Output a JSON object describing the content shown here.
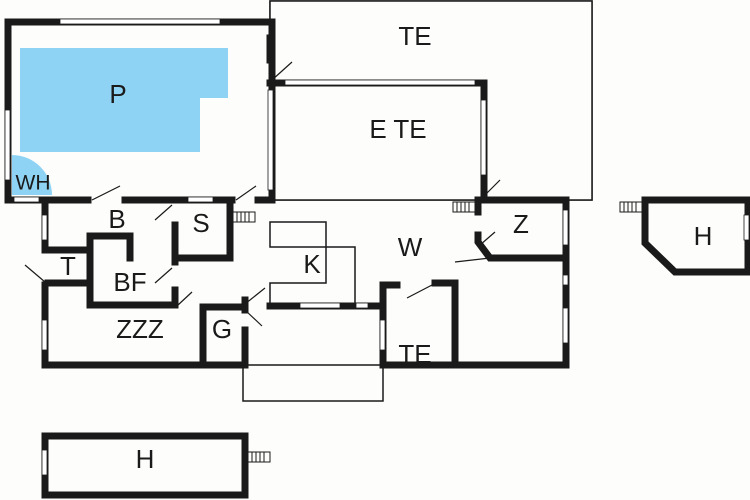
{
  "colors": {
    "pool": "#8fd3f4",
    "wall": "#1a1a1a",
    "background": "#fdfdfb"
  },
  "rooms": {
    "terrace_top": "TE",
    "pool": "P",
    "covered_terrace": "E TE",
    "whirlpool": "WH",
    "bathroom": "B",
    "sauna": "S",
    "kitchen": "K",
    "living": "W",
    "room_z": "Z",
    "house_right": "H",
    "toilet": "T",
    "bf": "BF",
    "bedroom": "ZZZ",
    "g": "G",
    "terrace_bottom": "TE",
    "house_bottom": "H"
  }
}
